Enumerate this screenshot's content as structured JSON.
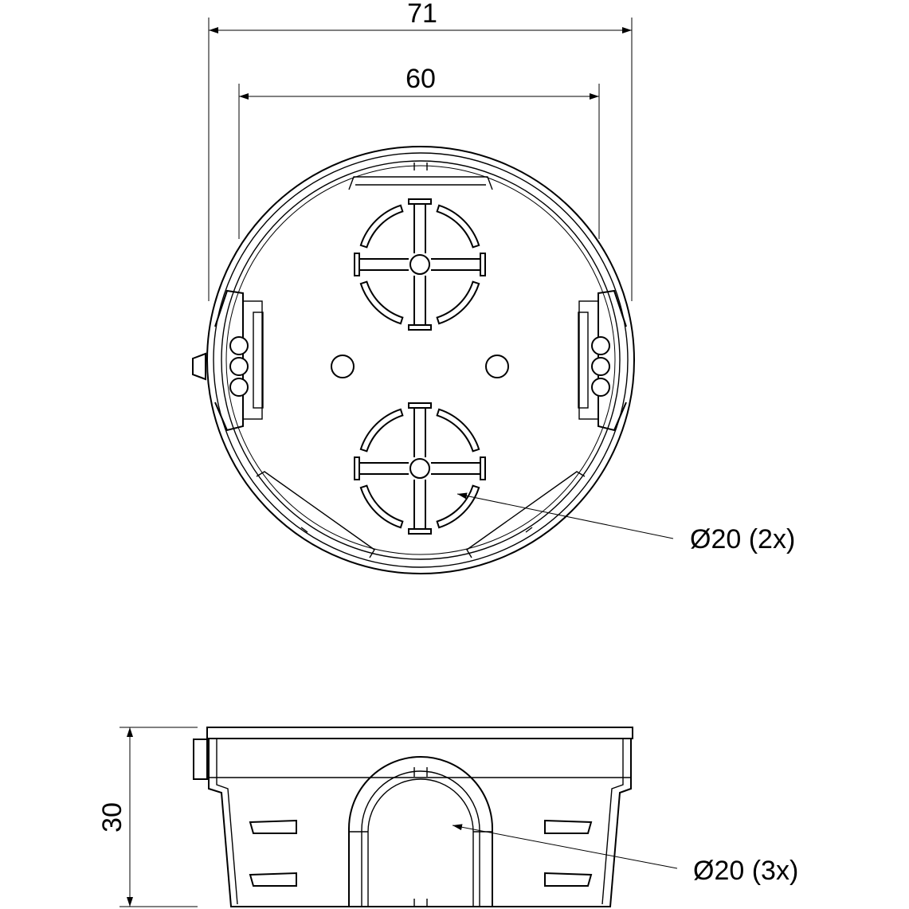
{
  "top_view": {
    "dimension_outer": "71",
    "dimension_inner": "60",
    "knockout_label": "Ø20 (2x)"
  },
  "side_view": {
    "dimension_height": "30",
    "knockout_label": "Ø20 (3x)"
  }
}
